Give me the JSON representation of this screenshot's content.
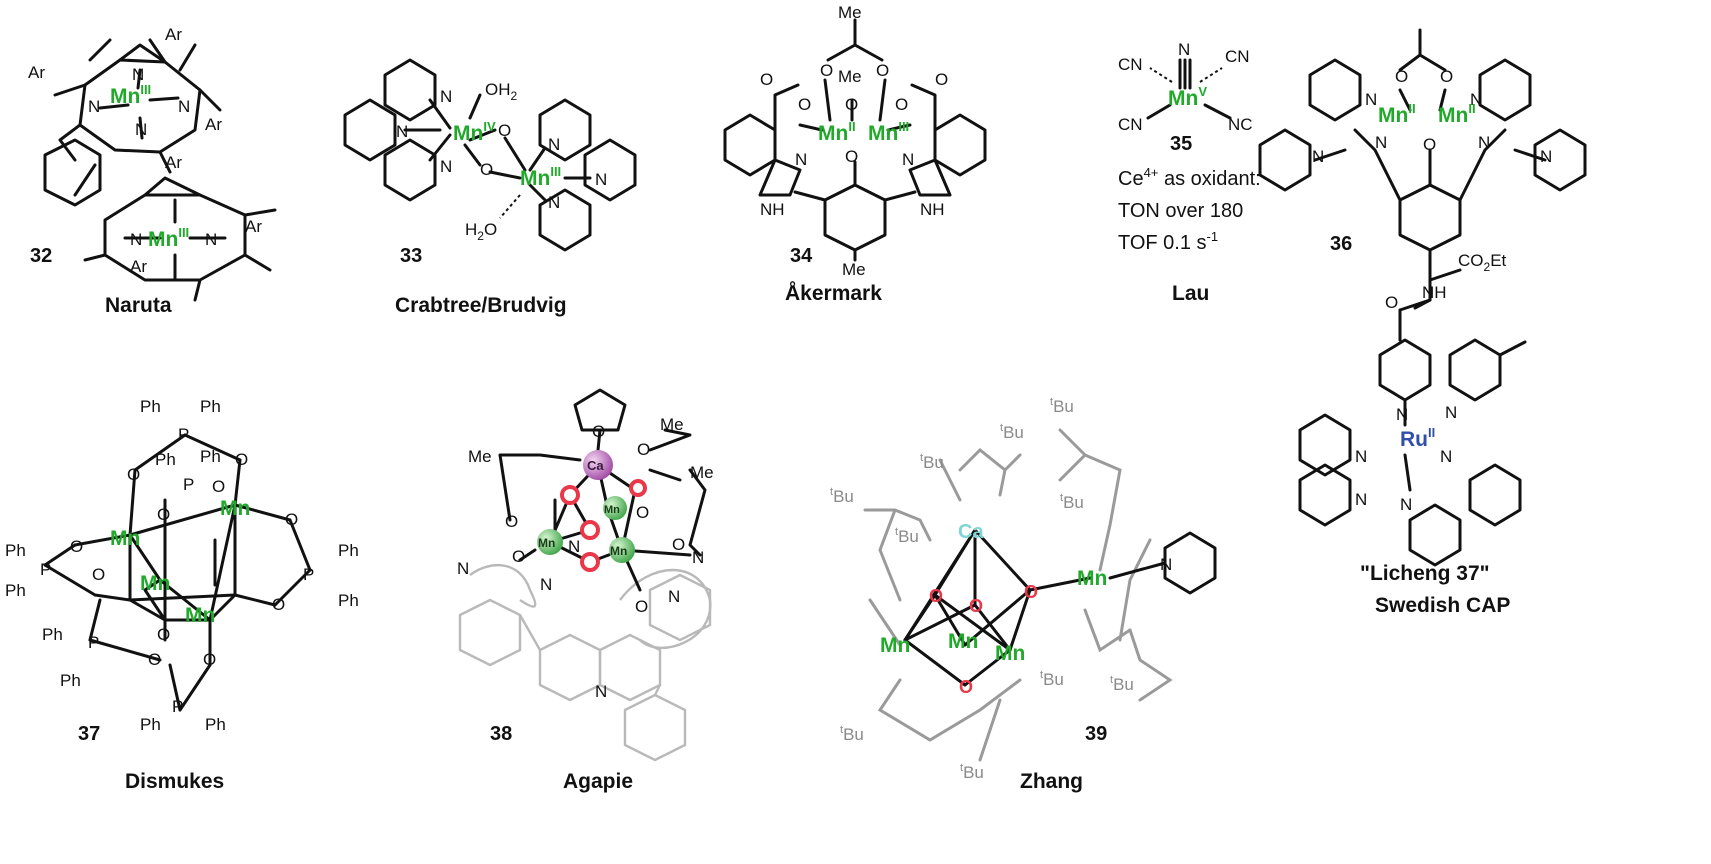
{
  "compounds": [
    {
      "number": "32",
      "author": "Naruta",
      "metals": [
        "Mn",
        "Mn"
      ],
      "oxidation": [
        "III",
        "III"
      ],
      "substituent": "Ar"
    },
    {
      "number": "33",
      "author": "Crabtree/Brudvig",
      "metals": [
        "Mn",
        "Mn"
      ],
      "oxidation": [
        "IV",
        "III"
      ],
      "ligand": "H2O"
    },
    {
      "number": "34",
      "author": "Åkermark",
      "metals": [
        "Mn",
        "Mn"
      ],
      "oxidation": [
        "II",
        "III"
      ],
      "substituent": "Me"
    },
    {
      "number": "35",
      "author": "Lau",
      "metal": "Mn",
      "oxidation": "V",
      "ligand": "CN",
      "notes": [
        "Ce4+ as oxidant:",
        "TON over 180",
        "TOF 0.1 s-1"
      ]
    },
    {
      "number": "36",
      "author_lines": [
        "\"Licheng 37\"",
        "Swedish CAP"
      ],
      "metals": [
        "Mn",
        "Mn",
        "Ru"
      ],
      "oxidation": [
        "II",
        "II",
        "II"
      ],
      "ester": "CO2Et"
    },
    {
      "number": "37",
      "author": "Dismukes",
      "metal": "Mn",
      "ligand": "Ph"
    },
    {
      "number": "38",
      "author": "Agapie",
      "metals": [
        "Ca",
        "Mn"
      ],
      "substituent": "Me"
    },
    {
      "number": "39",
      "author": "Zhang",
      "metals": [
        "Ca",
        "Mn"
      ],
      "substituent": "tBu"
    }
  ],
  "labels": {
    "N": "N",
    "O": "O",
    "Ar": "Ar",
    "Me": "Me",
    "Ph": "Ph",
    "P": "P",
    "H": "H",
    "CN": "CN",
    "NC": "NC",
    "NH": "NH",
    "OH2": "OH",
    "H2O": "H",
    "CO2Et": "CO",
    "Et": "Et",
    "Mn": "Mn",
    "Ru": "Ru",
    "Ca": "Ca",
    "Bu": "Bu",
    "t": "t",
    "two": "2",
    "ox_II": "II",
    "ox_III": "III",
    "ox_IV": "IV",
    "ox_V": "V"
  },
  "lau_notes": {
    "line1_pre": "Ce",
    "line1_sup": "4+",
    "line1_post": " as oxidant:",
    "line2": "TON over 180",
    "line3_pre": "TOF 0.1 s",
    "line3_sup": "-1"
  },
  "colors": {
    "manganese": "#22a92b",
    "ruthenium": "#2f4fa8",
    "calcium_sphere": "#b04fb0",
    "oxo_ring": "#e8384a",
    "framework_grey": "#9a9a9a",
    "calcium_label_39": "#7fd6d6"
  }
}
